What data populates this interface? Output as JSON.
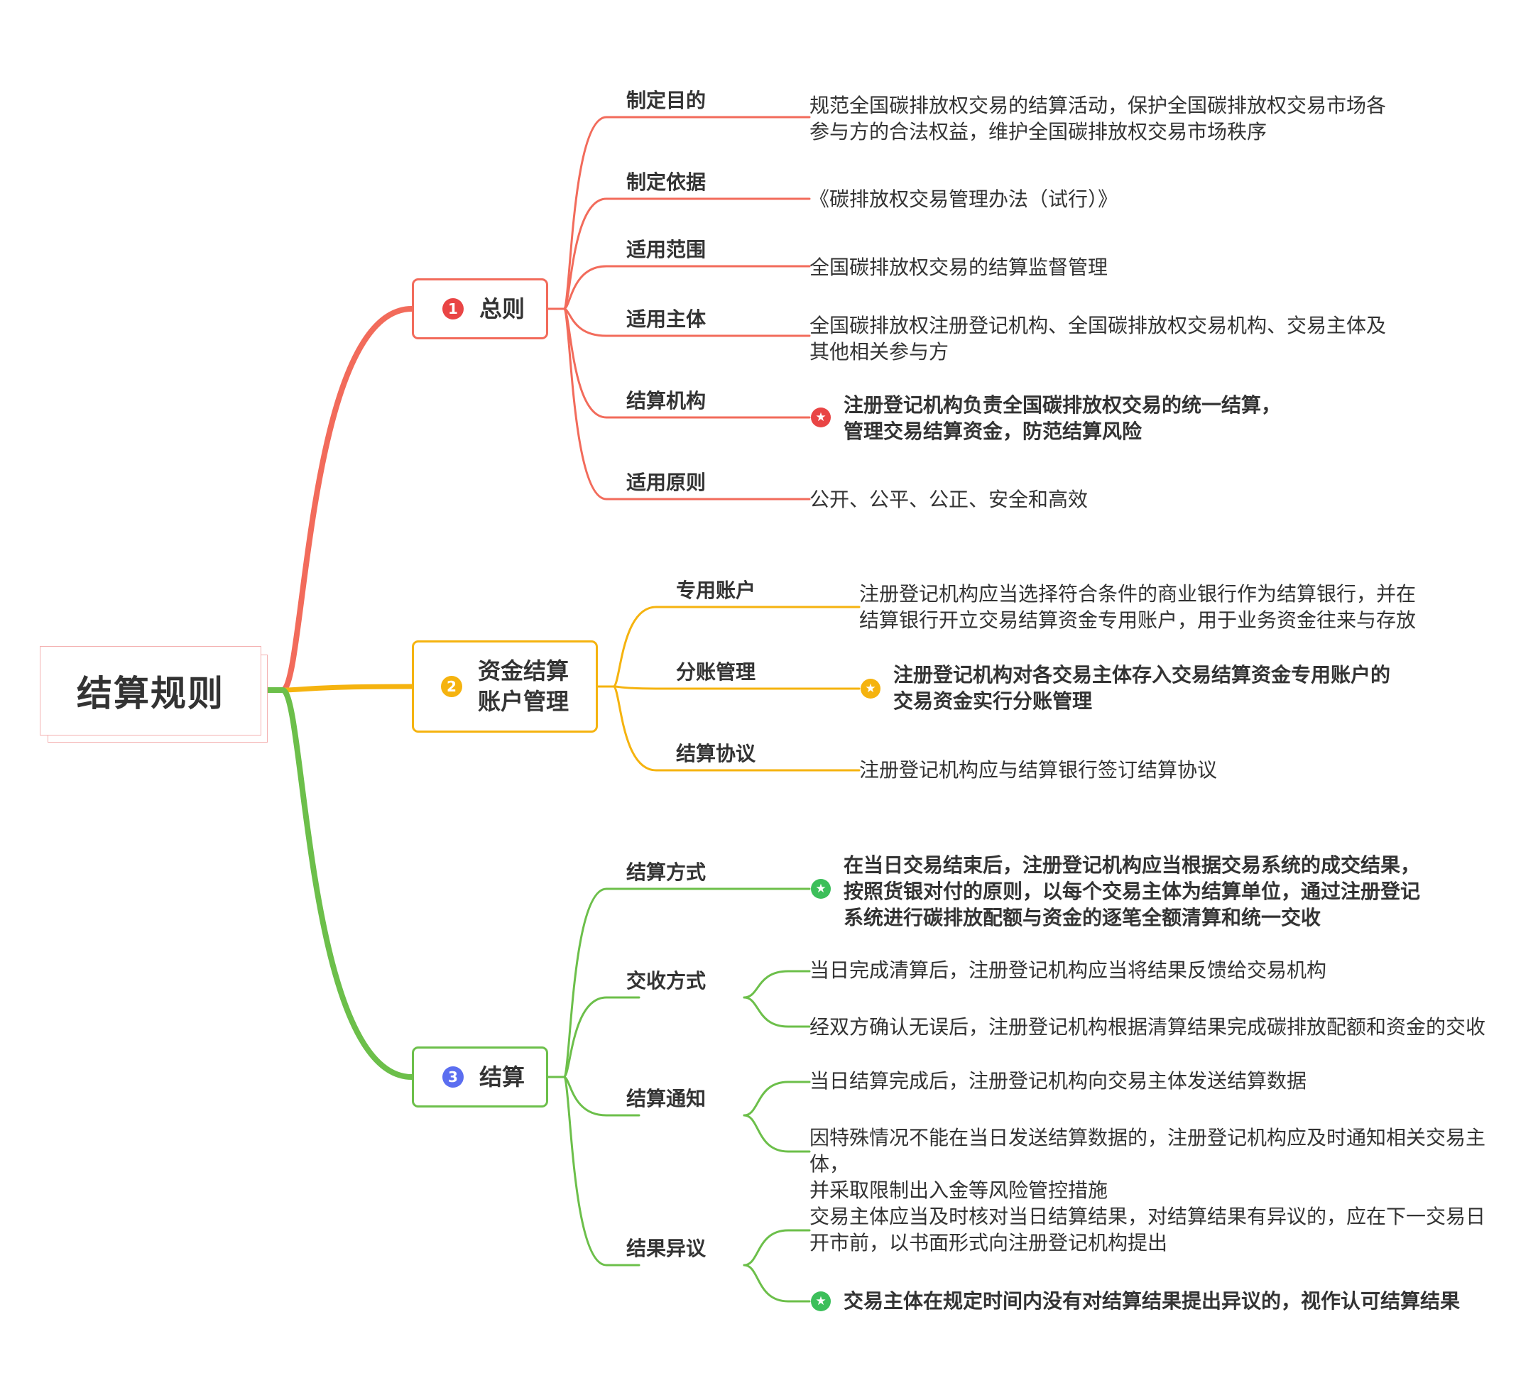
{
  "root": {
    "title": "结算规则"
  },
  "branches": [
    {
      "number": "1",
      "label": "总则",
      "color": "#f26b5b",
      "badge_color": "#e94545",
      "children": [
        {
          "label": "制定目的",
          "leaves": [
            {
              "text": "规范全国碳排放权交易的结算活动，保护全国碳排放权交易市场各\n参与方的合法权益，维护全国碳排放权交易市场秩序"
            }
          ]
        },
        {
          "label": "制定依据",
          "leaves": [
            {
              "text": "《碳排放权交易管理办法（试行）》"
            }
          ]
        },
        {
          "label": "适用范围",
          "leaves": [
            {
              "text": "全国碳排放权交易的结算监督管理"
            }
          ]
        },
        {
          "label": "适用主体",
          "leaves": [
            {
              "text": "全国碳排放权注册登记机构、全国碳排放权交易机构、交易主体及\n其他相关参与方"
            }
          ]
        },
        {
          "label": "结算机构",
          "leaves": [
            {
              "text": "注册登记机构负责全国碳排放权交易的统一结算，\n管理交易结算资金，防范结算风险",
              "bold": true,
              "marker": "star-icon",
              "marker_color": "#e94545"
            }
          ]
        },
        {
          "label": "适用原则",
          "leaves": [
            {
              "text": "公开、公平、公正、安全和高效"
            }
          ]
        }
      ]
    },
    {
      "number": "2",
      "label": "资金结算\n账户管理",
      "color": "#f5b30f",
      "badge_color": "#f5b30f",
      "children": [
        {
          "label": "专用账户",
          "leaves": [
            {
              "text": "注册登记机构应当选择符合条件的商业银行作为结算银行，并在\n结算银行开立交易结算资金专用账户，用于业务资金往来与存放"
            }
          ]
        },
        {
          "label": "分账管理",
          "leaves": [
            {
              "text": "注册登记机构对各交易主体存入交易结算资金专用账户的\n交易资金实行分账管理",
              "bold": true,
              "marker": "star-icon",
              "marker_color": "#f5b30f"
            }
          ]
        },
        {
          "label": "结算协议",
          "leaves": [
            {
              "text": "注册登记机构应与结算银行签订结算协议"
            }
          ]
        }
      ]
    },
    {
      "number": "3",
      "label": "结算",
      "color": "#6cbf4a",
      "badge_color": "#5b6ef0",
      "children": [
        {
          "label": "结算方式",
          "leaves": [
            {
              "text": "在当日交易结束后，注册登记机构应当根据交易系统的成交结果，\n按照货银对付的原则，以每个交易主体为结算单位，通过注册登记\n系统进行碳排放配额与资金的逐笔全额清算和统一交收",
              "bold": true,
              "marker": "star-icon",
              "marker_color": "#3cbf5a"
            }
          ]
        },
        {
          "label": "交收方式",
          "leaves": [
            {
              "text": "当日完成清算后，注册登记机构应当将结果反馈给交易机构"
            },
            {
              "text": "经双方确认无误后，注册登记机构根据清算结果完成碳排放配额和资金的交收"
            }
          ]
        },
        {
          "label": "结算通知",
          "leaves": [
            {
              "text": "当日结算完成后，注册登记机构向交易主体发送结算数据"
            },
            {
              "text": "因特殊情况不能在当日发送结算数据的，注册登记机构应及时通知相关交易主体，\n并采取限制出入金等风险管控措施"
            }
          ]
        },
        {
          "label": "结果异议",
          "leaves": [
            {
              "text": "交易主体应当及时核对当日结算结果，对结算结果有异议的，应在下一交易日\n开市前，以书面形式向注册登记机构提出"
            },
            {
              "text": "交易主体在规定时间内没有对结算结果提出异议的，视作认可结算结果",
              "bold": true,
              "marker": "star-icon",
              "marker_color": "#3cbf5a"
            }
          ]
        }
      ]
    }
  ]
}
